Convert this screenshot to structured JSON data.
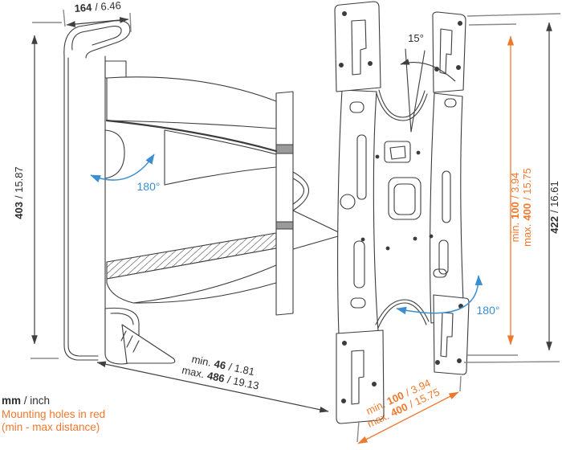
{
  "legend": {
    "units_bold": "mm",
    "units_rest": " / inch",
    "note1": "Mounting holes in red",
    "note2": "(min - max distance)"
  },
  "dimensions": {
    "width": {
      "mm": "164",
      "inch": "/ 6.46"
    },
    "plate_height": {
      "mm": "403",
      "inch": "/ 15.87"
    },
    "bracket_height": {
      "mm": "422",
      "inch": "/ 16.61"
    },
    "vesa_vertical": {
      "min_prefix": "min.",
      "min_mm": "100",
      "min_inch": "/ 3.94",
      "max_prefix": "max.",
      "max_mm": "400",
      "max_inch": "/ 15.75"
    },
    "arm_depth": {
      "min_prefix": "min.",
      "min_mm": "46",
      "min_inch": "/ 1.81",
      "max_prefix": "max.",
      "max_mm": "486",
      "max_inch": "/ 19.13"
    },
    "vesa_horizontal": {
      "min_prefix": "min.",
      "min_mm": "100",
      "min_inch": "/ 3.94",
      "max_prefix": "max.",
      "max_mm": "400",
      "max_inch": "/ 15.75"
    }
  },
  "angles": {
    "tilt": "15°",
    "swivel_arm": "180°",
    "swivel_plate": "180°"
  },
  "colors": {
    "line": "#3c3c3c",
    "dimension": "#404040",
    "accent_orange": "#f0782d",
    "accent_blue": "#3b8fd0"
  }
}
